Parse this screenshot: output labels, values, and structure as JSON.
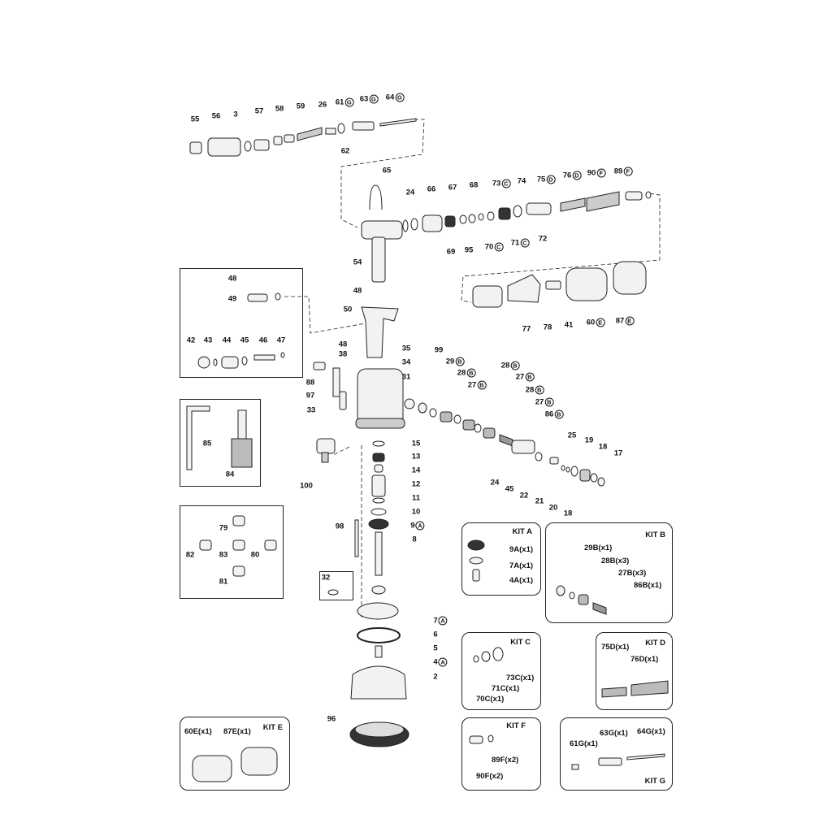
{
  "callouts": [
    {
      "num": "55"
    },
    {
      "num": "56"
    },
    {
      "num": "3"
    },
    {
      "num": "57"
    },
    {
      "num": "58"
    },
    {
      "num": "59"
    },
    {
      "num": "26"
    },
    {
      "num": "61",
      "kit": "G"
    },
    {
      "num": "63",
      "kit": "G"
    },
    {
      "num": "64",
      "kit": "G"
    },
    {
      "num": "62"
    },
    {
      "num": "65"
    },
    {
      "num": "24"
    },
    {
      "num": "66"
    },
    {
      "num": "67"
    },
    {
      "num": "68"
    },
    {
      "num": "73",
      "kit": "C"
    },
    {
      "num": "74"
    },
    {
      "num": "75",
      "kit": "D"
    },
    {
      "num": "76",
      "kit": "D"
    },
    {
      "num": "90",
      "kit": "F"
    },
    {
      "num": "89",
      "kit": "F"
    },
    {
      "num": "69"
    },
    {
      "num": "95"
    },
    {
      "num": "70",
      "kit": "C"
    },
    {
      "num": "71",
      "kit": "C"
    },
    {
      "num": "72"
    },
    {
      "num": "54"
    },
    {
      "num": "77"
    },
    {
      "num": "78"
    },
    {
      "num": "41"
    },
    {
      "num": "60",
      "kit": "E"
    },
    {
      "num": "87",
      "kit": "E"
    },
    {
      "num": "48"
    },
    {
      "num": "49"
    },
    {
      "num": "48"
    },
    {
      "num": "50"
    },
    {
      "num": "42"
    },
    {
      "num": "43"
    },
    {
      "num": "44"
    },
    {
      "num": "45"
    },
    {
      "num": "46"
    },
    {
      "num": "47"
    },
    {
      "num": "35"
    },
    {
      "num": "34"
    },
    {
      "num": "31"
    },
    {
      "num": "48"
    },
    {
      "num": "38"
    },
    {
      "num": "88"
    },
    {
      "num": "97"
    },
    {
      "num": "33"
    },
    {
      "num": "99"
    },
    {
      "num": "29",
      "kit": "B"
    },
    {
      "num": "28",
      "kit": "B"
    },
    {
      "num": "27",
      "kit": "B"
    },
    {
      "num": "28",
      "kit": "B"
    },
    {
      "num": "27",
      "kit": "B"
    },
    {
      "num": "28",
      "kit": "B"
    },
    {
      "num": "27",
      "kit": "B"
    },
    {
      "num": "86",
      "kit": "B"
    },
    {
      "num": "25"
    },
    {
      "num": "19"
    },
    {
      "num": "18"
    },
    {
      "num": "17"
    },
    {
      "num": "24"
    },
    {
      "num": "45"
    },
    {
      "num": "22"
    },
    {
      "num": "21"
    },
    {
      "num": "20"
    },
    {
      "num": "18"
    },
    {
      "num": "15"
    },
    {
      "num": "13"
    },
    {
      "num": "14"
    },
    {
      "num": "12"
    },
    {
      "num": "11"
    },
    {
      "num": "10"
    },
    {
      "num": "9",
      "kit": "A"
    },
    {
      "num": "8"
    },
    {
      "num": "98"
    },
    {
      "num": "100"
    },
    {
      "num": "85"
    },
    {
      "num": "84"
    },
    {
      "num": "79"
    },
    {
      "num": "82"
    },
    {
      "num": "83"
    },
    {
      "num": "80"
    },
    {
      "num": "81"
    },
    {
      "num": "32"
    },
    {
      "num": "7",
      "kit": "A"
    },
    {
      "num": "6"
    },
    {
      "num": "5"
    },
    {
      "num": "4",
      "kit": "A"
    },
    {
      "num": "2"
    },
    {
      "num": "96"
    }
  ],
  "kits": {
    "a": {
      "title": "KIT A",
      "items": [
        "9A(x1)",
        "7A(x1)",
        "4A(x1)"
      ]
    },
    "b": {
      "title": "KIT B",
      "items": [
        "29B(x1)",
        "28B(x3)",
        "27B(x3)",
        "86B(x1)"
      ]
    },
    "c": {
      "title": "KIT C",
      "items": [
        "73C(x1)",
        "71C(x1)",
        "70C(x1)"
      ]
    },
    "d": {
      "title": "KIT D",
      "items": [
        "75D(x1)",
        "76D(x1)"
      ]
    },
    "e": {
      "title": "KIT E",
      "items": [
        "60E(x1)",
        "87E(x1)"
      ]
    },
    "f": {
      "title": "KIT F",
      "items": [
        "89F(x2)",
        "90F(x2)"
      ]
    },
    "g": {
      "title": "KIT G",
      "items": [
        "61G(x1)",
        "63G(x1)",
        "64G(x1)"
      ]
    }
  },
  "colors": {
    "line": "#222222",
    "fill": "#eeeeee"
  }
}
